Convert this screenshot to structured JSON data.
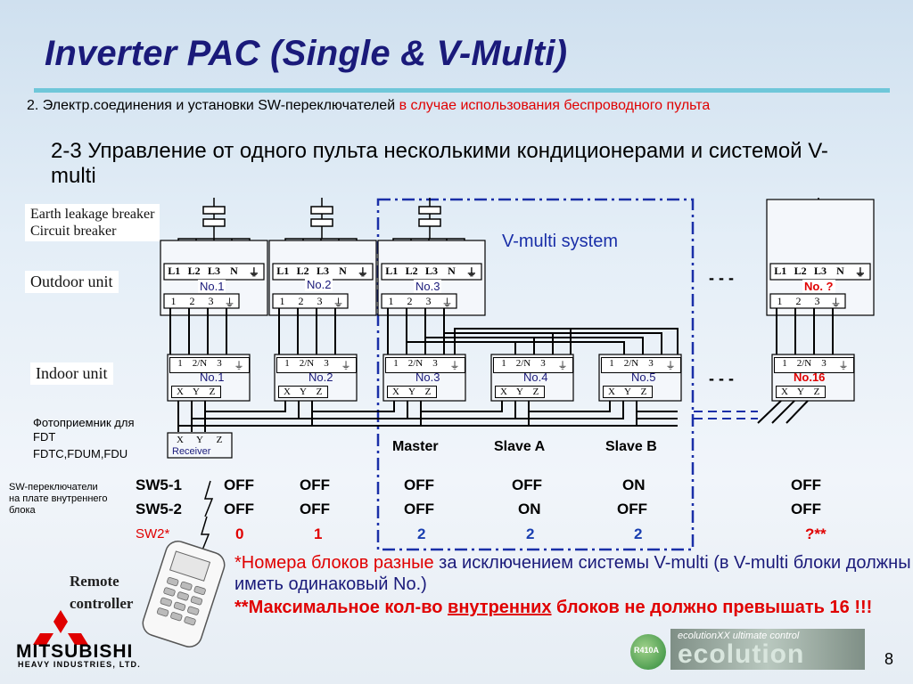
{
  "title": "Inverter PAC (Single & V-Multi)",
  "subtitle": {
    "black": "2. Электр.соединения и установки SW-переключателей ",
    "red": "в случае использования беспроводного пульта"
  },
  "heading": "2-3 Управление от одного пульта несколькими кондиционерами и системой V-multi",
  "labels": {
    "breaker_1": "Earth leakage breaker",
    "breaker_2": "Circuit breaker",
    "outdoor": "Outdoor unit",
    "indoor": "Indoor unit",
    "receiver_1": "Фотоприемник для",
    "receiver_2": "FDT",
    "receiver_3": "FDTC,FDUM,FDU",
    "receiver_box": "Receiver",
    "sw_1": "SW-переключатели",
    "sw_2": "на плате внутреннего",
    "sw_3": "блока",
    "remote_1": "Remote",
    "remote_2": "controller",
    "vmulti": "V-multi system",
    "dashes": "- - -"
  },
  "terminals": {
    "outdoor_top": [
      "L1",
      "L2",
      "L3",
      "N",
      "⏚"
    ],
    "outdoor_bottom": [
      "1",
      "2",
      "3",
      "⏚"
    ],
    "indoor_top": [
      "1",
      "2/N",
      "3",
      "⏚"
    ],
    "indoor_bottom": [
      "X",
      "Y",
      "Z"
    ]
  },
  "outdoor_units": [
    "No.1",
    "No.2",
    "No.3",
    "No. ?"
  ],
  "indoor_units": [
    "No.1",
    "No.2",
    "No.3",
    "No.4",
    "No.5",
    "No.16"
  ],
  "roles": [
    "Master",
    "Slave A",
    "Slave B"
  ],
  "switch_table": {
    "rows": [
      {
        "label": "SW5-1",
        "values": [
          "OFF",
          "OFF",
          "OFF",
          "OFF",
          "ON",
          "OFF"
        ]
      },
      {
        "label": "SW5-2",
        "values": [
          "OFF",
          "OFF",
          "OFF",
          "ON",
          "OFF",
          "OFF"
        ]
      },
      {
        "label": "SW2*",
        "values": [
          "0",
          "1",
          "2",
          "2",
          "2",
          "?**"
        ]
      }
    ]
  },
  "notes": {
    "n1_red": "*Номера блоков разные",
    "n1_rest": " за исключением системы V-multi (в V-multi блоки должны иметь одинаковый  No.)",
    "n2_pre": "**Максимальное кол-во ",
    "n2_u": "внутренних",
    "n2_post": " блоков не должно превышать 16 !!!"
  },
  "brand": {
    "name": "MITSUBISHI",
    "sub": "HEAVY INDUSTRIES, LTD."
  },
  "footer": {
    "page": "8",
    "r410a": "R410A",
    "eco_small": "ecolutionXX ultimate control",
    "eco_big": "ecolution"
  },
  "colors": {
    "title": "#1a1a7a",
    "accent_rule": "#6fc7d9",
    "red": "#e00000",
    "vmulti_box": "#1a2fa8",
    "blue_value": "#1a3fb0"
  }
}
